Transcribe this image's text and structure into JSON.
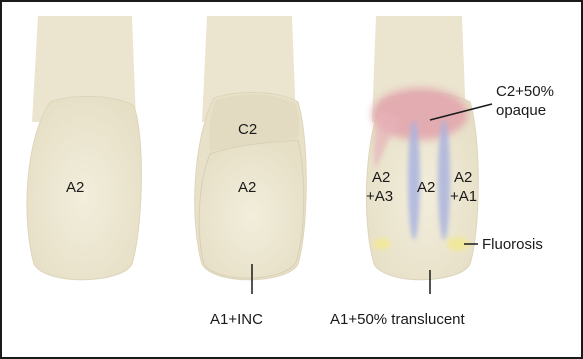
{
  "figure": {
    "tooth1": {
      "label": "A2"
    },
    "tooth2": {
      "incisal_label": "C2",
      "body_label": "A2",
      "callout": "A1+INC"
    },
    "tooth3": {
      "left_label_line1": "A2",
      "left_label_line2": "+A3",
      "center_label": "A2",
      "right_label_line1": "A2",
      "right_label_line2": "+A1",
      "top_callout_line1": "C2+50%",
      "top_callout_line2": "opaque",
      "side_callout": "Fluorosis",
      "bottom_callout": "A1+50% translucent"
    }
  },
  "colors": {
    "enamel": "#ede8d4",
    "enamel_shadow": "#d9d2b6",
    "pink_opaque": "#e2a3ac",
    "blue_translucent": "#aab3df",
    "fluorosis_yellow": "#f2e89a",
    "text": "#1a1a1a"
  }
}
